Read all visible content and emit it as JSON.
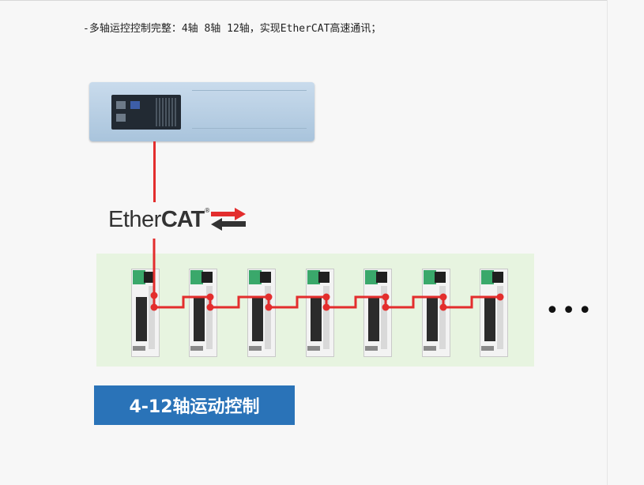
{
  "heading": "-多轴运控控制完整：4轴 8轴 12轴，实现EtherCAT高速通讯；",
  "plc": {
    "label": ""
  },
  "ethercat_logo": {
    "part1": "Ether",
    "part2": "CAT",
    "mark": "®"
  },
  "drives": {
    "count": 7
  },
  "more_indicator": "•••",
  "caption": "4-12轴运动控制",
  "colors": {
    "bus": "#e32d2d",
    "badge": "#2a73b8",
    "panel": "#e7f4e0"
  },
  "icons": [
    "plc-controller-image",
    "servo-drive-image",
    "ethercat-arrows-icon",
    "ellipsis-icon"
  ]
}
